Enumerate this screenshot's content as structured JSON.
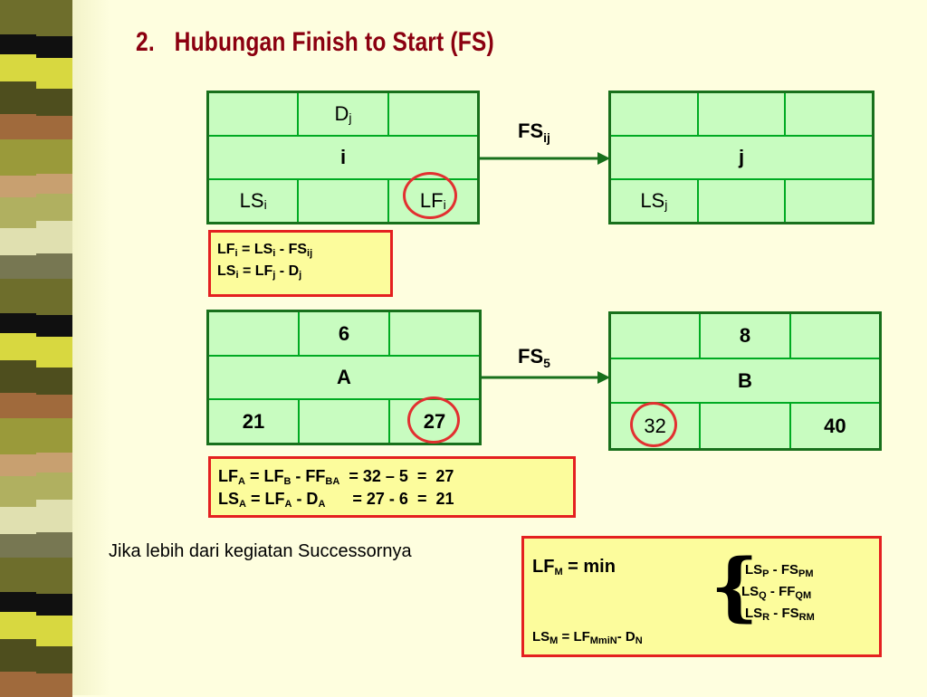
{
  "title": {
    "number": "2.",
    "text": "Hubungan Finish to Start (FS)"
  },
  "node_i": {
    "top_mid": "D",
    "top_mid_sub": "j",
    "mid": "i",
    "bottom_left": "LS",
    "bottom_left_sub": "i",
    "bottom_right": "LF",
    "bottom_right_sub": "i"
  },
  "node_j": {
    "mid": "j",
    "bottom_left": "LS",
    "bottom_left_sub": "j"
  },
  "link_ij": {
    "label": "FS",
    "sub": "ij"
  },
  "formula1": {
    "l1": {
      "a": "LF",
      "as": "i",
      "b": " = LS",
      "bs": "i",
      "c": " - FS",
      "cs": "ij"
    },
    "l2": {
      "a": "LS",
      "as": "i",
      "b": " = LF",
      "bs": "j",
      "c": " - D",
      "cs": "j"
    }
  },
  "node_a": {
    "top_mid": "6",
    "mid": "A",
    "bottom_left": "21",
    "bottom_right": "27"
  },
  "node_b": {
    "top_mid": "8",
    "mid": "B",
    "bottom_left": "32",
    "bottom_right": "40"
  },
  "link_ab": {
    "label": "FS",
    "sub": "5"
  },
  "formula2": {
    "l1": {
      "a": "LF",
      "as": "A",
      "b": " = LF",
      "bs": "B",
      "c": " - FF",
      "cs": "BA",
      "d": "  = 32 – 5  =  27"
    },
    "l2": {
      "a": "LS",
      "as": "A",
      "b": " = LF",
      "bs": "A",
      "c": " - D",
      "cs": "A",
      "d": "      = 27 - 6  =  21"
    }
  },
  "note": "Jika lebih dari kegiatan Successornya",
  "formula3": {
    "head": {
      "a": "LF",
      "as": "M",
      "b": " = min"
    },
    "opt1": {
      "a": "LS",
      "as": "P",
      "b": " - FS",
      "bs": "PM"
    },
    "opt2": {
      "a": "LS",
      "as": "Q",
      "b": " - FF",
      "bs": "QM"
    },
    "opt3": {
      "a": "LS",
      "as": "R",
      "b": " - FS",
      "bs": "RM"
    },
    "foot": {
      "a": "LS",
      "as": "M",
      "b": " = LF",
      "bs": "MmiN",
      "c": "- D",
      "cs": "N"
    },
    "brace": "{"
  },
  "colors": {
    "title": "#8b0010",
    "node_fill": "#c8fcc0",
    "node_border": "#18701c",
    "box_fill": "#fcfc9c",
    "box_border": "#e42020",
    "background": "#fefedf"
  }
}
